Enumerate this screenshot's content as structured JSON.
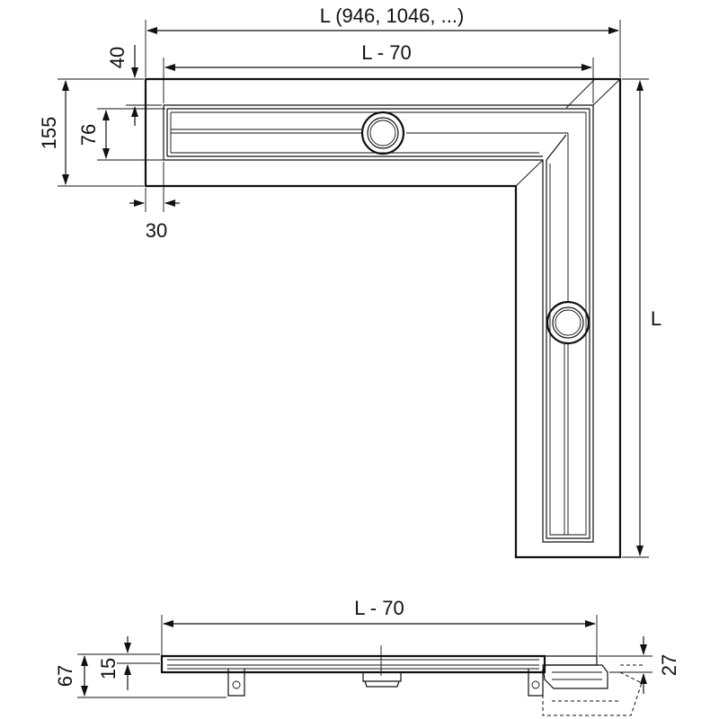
{
  "plan_view": {
    "overall_width_label": "L (946, 1046, ...)",
    "inner_width_label": "L  - 70",
    "height_label": "L",
    "offset_top_label": "40",
    "profile_depth_label": "155",
    "channel_depth_label": "76",
    "end_offset_label": "30"
  },
  "section_view": {
    "width_label": "L - 70",
    "total_height_label": "67",
    "grate_height_label": "15",
    "outlet_height_label": "27"
  },
  "colors": {
    "line": "#111111",
    "background": "#ffffff"
  }
}
